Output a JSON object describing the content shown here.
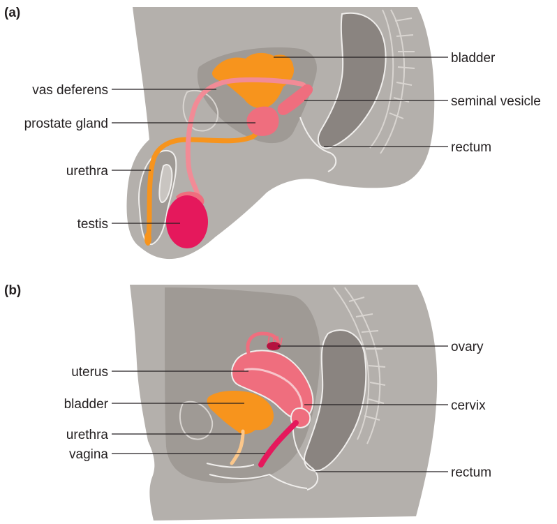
{
  "colors": {
    "body": "#b4b0ac",
    "body_inner": "#9f9a95",
    "rectum": "#8a8480",
    "outline": "#f0eeec",
    "bladder": "#f7941d",
    "urethra_male": "#f7941d",
    "urethra_female": "#fbc78b",
    "vas_deferens": "#f28b96",
    "prostate": "#ef6e7e",
    "seminal_vesicle": "#ef6e7e",
    "testis": "#e5185c",
    "uterus": "#ef6e7e",
    "ovary": "#b5123f",
    "vagina": "#e5185c"
  },
  "panel_a": {
    "panel_label": "(a)",
    "labels": {
      "bladder": "bladder",
      "vas_deferens": "vas deferens",
      "seminal_vesicle": "seminal vesicle",
      "prostate_gland": "prostate gland",
      "rectum": "rectum",
      "urethra": "urethra",
      "testis": "testis"
    }
  },
  "panel_b": {
    "panel_label": "(b)",
    "labels": {
      "ovary": "ovary",
      "uterus": "uterus",
      "bladder": "bladder",
      "cervix": "cervix",
      "urethra": "urethra",
      "vagina": "vagina",
      "rectum": "rectum"
    }
  }
}
